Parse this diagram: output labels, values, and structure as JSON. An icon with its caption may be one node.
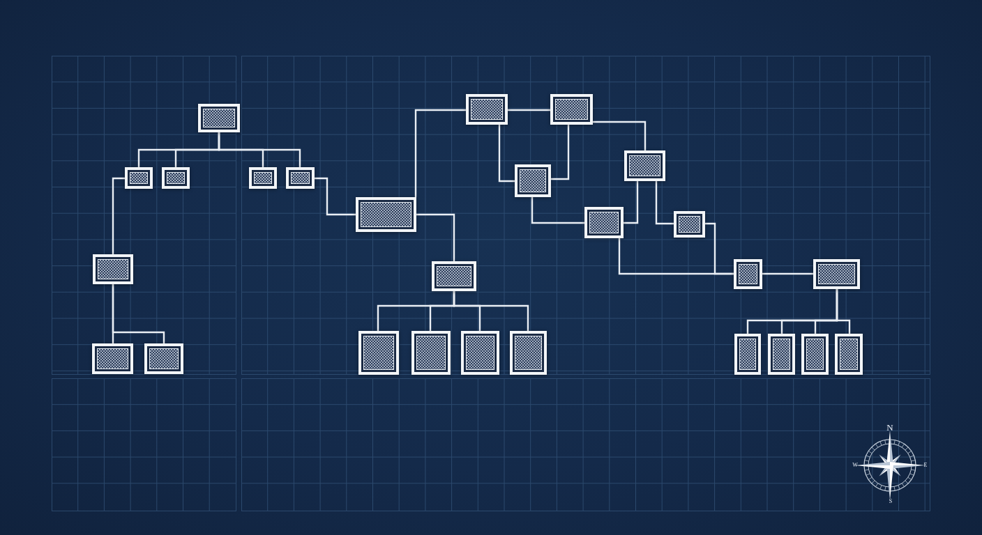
{
  "diagram": {
    "nodes": [
      {
        "text": [],
        "shape": "box"
      },
      {
        "text": [],
        "shape": "box"
      },
      {
        "text": [],
        "shape": "box"
      },
      {
        "text": [],
        "shape": "box"
      },
      {
        "text": [],
        "shape": "box"
      },
      {
        "text": [],
        "shape": "box"
      },
      {
        "text": [],
        "shape": "box"
      },
      {
        "text": [],
        "shape": "box"
      },
      {
        "text": [],
        "shape": "box"
      },
      {
        "text": [],
        "shape": "box"
      },
      {
        "text": [],
        "shape": "box"
      },
      {
        "text": [],
        "shape": "box"
      },
      {
        "text": [],
        "shape": "box"
      },
      {
        "text": [],
        "shape": "box"
      },
      {
        "text": [],
        "shape": "box"
      },
      {
        "text": [],
        "shape": "box"
      },
      {
        "text": [],
        "shape": "box"
      },
      {
        "text": [],
        "shape": "box"
      },
      {
        "text": [],
        "shape": "box"
      },
      {
        "text": [],
        "shape": "box"
      },
      {
        "text": [],
        "shape": "box"
      },
      {
        "text": [],
        "shape": "box"
      },
      {
        "text": [],
        "shape": "box"
      },
      {
        "text": [],
        "shape": "box"
      },
      {
        "text": [],
        "shape": "box"
      },
      {
        "text": [],
        "shape": "box"
      }
    ],
    "edges": [
      {
        "from": 0,
        "to": 1,
        "arrow": "none"
      },
      {
        "from": 0,
        "to": 2,
        "arrow": "none"
      },
      {
        "from": 0,
        "to": 3,
        "arrow": "none"
      },
      {
        "from": 0,
        "to": 4,
        "arrow": "none"
      },
      {
        "from": 1,
        "to": 5,
        "arrow": "none"
      },
      {
        "from": 5,
        "to": 6,
        "arrow": "none"
      },
      {
        "from": 5,
        "to": 7,
        "arrow": "none"
      },
      {
        "from": 4,
        "to": 8,
        "arrow": "none"
      },
      {
        "from": 8,
        "to": 9,
        "arrow": "none"
      },
      {
        "from": 8,
        "to": 15,
        "arrow": "none"
      },
      {
        "from": 9,
        "to": 10,
        "arrow": "none"
      },
      {
        "from": 9,
        "to": 11,
        "arrow": "none"
      },
      {
        "from": 10,
        "to": 11,
        "arrow": "none"
      },
      {
        "from": 10,
        "to": 12,
        "arrow": "none"
      },
      {
        "from": 11,
        "to": 13,
        "arrow": "none"
      },
      {
        "from": 12,
        "to": 13,
        "arrow": "none"
      },
      {
        "from": 12,
        "to": 14,
        "arrow": "none"
      },
      {
        "from": 13,
        "to": 20,
        "arrow": "none"
      },
      {
        "from": 14,
        "to": 20,
        "arrow": "none"
      },
      {
        "from": 20,
        "to": 21,
        "arrow": "none"
      },
      {
        "from": 15,
        "to": 16,
        "arrow": "none"
      },
      {
        "from": 15,
        "to": 17,
        "arrow": "none"
      },
      {
        "from": 15,
        "to": 18,
        "arrow": "none"
      },
      {
        "from": 15,
        "to": 19,
        "arrow": "none"
      },
      {
        "from": 21,
        "to": 22,
        "arrow": "none"
      },
      {
        "from": 21,
        "to": 23,
        "arrow": "none"
      },
      {
        "from": 21,
        "to": 24,
        "arrow": "none"
      },
      {
        "from": 21,
        "to": 25,
        "arrow": "none"
      }
    ],
    "labels": [
      "N",
      "W",
      "E",
      "S"
    ]
  }
}
